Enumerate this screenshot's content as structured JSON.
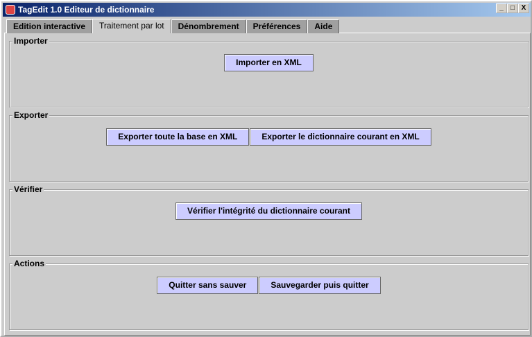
{
  "window": {
    "title": "TagEdit 1.0 Editeur de dictionnaire",
    "minimize": "_",
    "maximize": "□",
    "close": "X"
  },
  "tabs": [
    {
      "label": "Edition interactive"
    },
    {
      "label": "Traitement par lot"
    },
    {
      "label": "Dénombrement"
    },
    {
      "label": "Préférences"
    },
    {
      "label": "Aide"
    }
  ],
  "active_tab": "Traitement par lot",
  "groups": {
    "importer": {
      "title": "Importer",
      "buttons": [
        "Importer en XML"
      ]
    },
    "exporter": {
      "title": "Exporter",
      "buttons": [
        "Exporter toute la base en XML",
        "Exporter le dictionnaire courant en XML"
      ]
    },
    "verifier": {
      "title": "Vérifier",
      "buttons": [
        "Vérifier l'intégrité du dictionnaire courant"
      ]
    },
    "actions": {
      "title": "Actions",
      "buttons": [
        "Quitter sans sauver",
        "Sauvegarder puis quitter"
      ]
    }
  }
}
